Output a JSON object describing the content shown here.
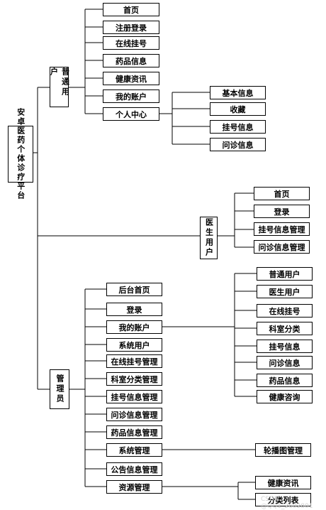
{
  "root": {
    "line1": "安卓医药",
    "line2": "个体诊疗",
    "line3": "平台"
  },
  "user": {
    "title": "普通用户",
    "items": [
      "首页",
      "注册登录",
      "在线挂号",
      "药品信息",
      "健康资讯",
      "我的账户",
      "个人中心"
    ],
    "center_items": [
      "基本信息",
      "收藏",
      "挂号信息",
      "问诊信息"
    ]
  },
  "doctor": {
    "title": "医生用户",
    "items": [
      "首页",
      "登录",
      "挂号信息管理",
      "问诊信息管理"
    ]
  },
  "admin": {
    "title": "管理员",
    "items": [
      "后台首页",
      "登录",
      "我的账户",
      "系统用户",
      "在线挂号管理",
      "科室分类管理",
      "挂号信息管理",
      "问诊信息管理",
      "药品信息管理",
      "系统管理",
      "公告信息管理",
      "资源管理"
    ],
    "sysuser_items": [
      "普通用户",
      "医生用户",
      "在线挂号",
      "科室分类",
      "挂号信息",
      "问诊信息",
      "药品信息",
      "健康咨询"
    ],
    "sysmgmt_items": [
      "轮播图管理"
    ],
    "resource_items": [
      "健康资讯",
      "分类列表"
    ]
  },
  "watermark": "CSDN @QQ1_2602801"
}
